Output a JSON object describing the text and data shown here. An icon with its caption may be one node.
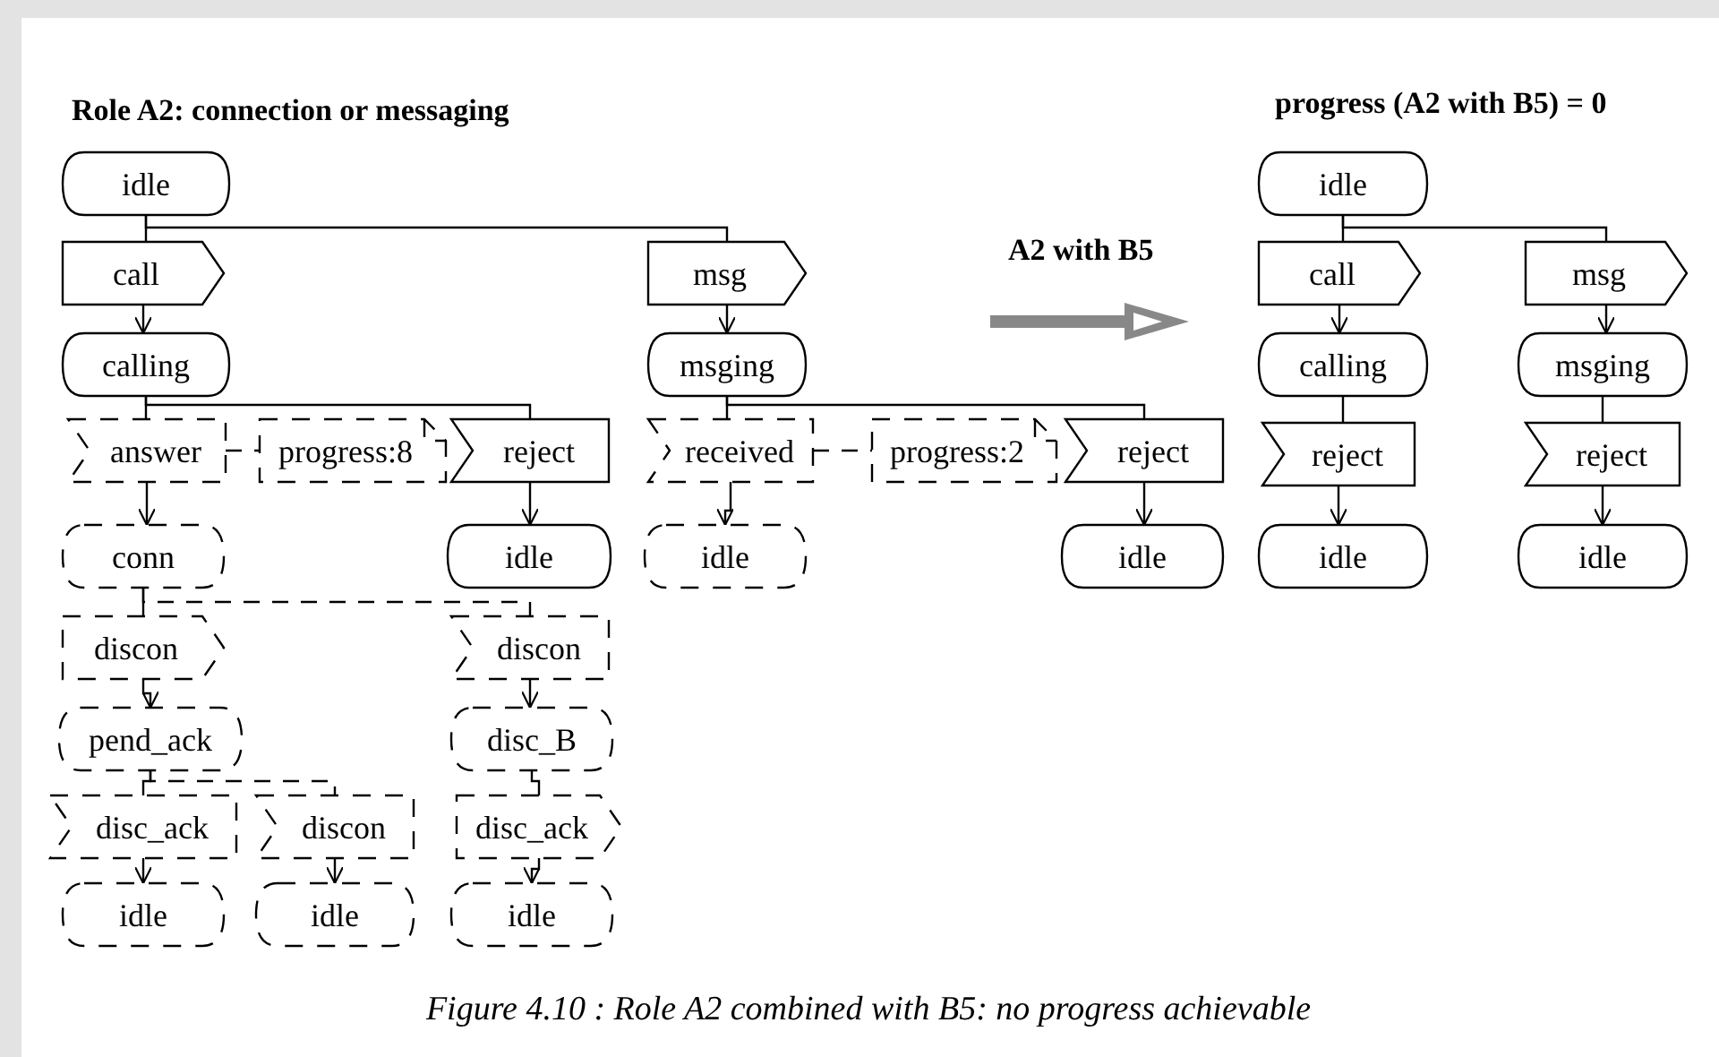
{
  "diagram": {
    "caption": "Figure 4.10 : Role A2 combined with B5: no progress achievable",
    "nodes": [
      {
        "text": [
          "idle"
        ]
      },
      {
        "text": [
          "call"
        ]
      },
      {
        "text": [
          "msg"
        ]
      },
      {
        "text": [
          "calling"
        ]
      },
      {
        "text": [
          "msging"
        ]
      },
      {
        "text": [
          "answer"
        ]
      },
      {
        "text": [
          "progress:8"
        ]
      },
      {
        "text": [
          "reject"
        ]
      },
      {
        "text": [
          "received"
        ]
      },
      {
        "text": [
          "progress:2"
        ]
      },
      {
        "text": [
          "reject"
        ]
      },
      {
        "text": [
          "conn"
        ]
      },
      {
        "text": [
          "idle"
        ]
      },
      {
        "text": [
          "idle"
        ]
      },
      {
        "text": [
          "idle"
        ]
      },
      {
        "text": [
          "discon"
        ]
      },
      {
        "text": [
          "discon"
        ]
      },
      {
        "text": [
          "pend_ack"
        ]
      },
      {
        "text": [
          "disc_B"
        ]
      },
      {
        "text": [
          "disc_ack"
        ]
      },
      {
        "text": [
          "discon"
        ]
      },
      {
        "text": [
          "disc_ack"
        ]
      },
      {
        "text": [
          "idle"
        ]
      },
      {
        "text": [
          "idle"
        ]
      },
      {
        "text": [
          "idle"
        ]
      },
      {
        "text": [
          "idle"
        ]
      },
      {
        "text": [
          "call"
        ]
      },
      {
        "text": [
          "msg"
        ]
      },
      {
        "text": [
          "calling"
        ]
      },
      {
        "text": [
          "msging"
        ]
      },
      {
        "text": [
          "reject"
        ]
      },
      {
        "text": [
          "reject"
        ]
      },
      {
        "text": [
          "idle"
        ]
      },
      {
        "text": [
          "idle"
        ]
      }
    ],
    "edges": [
      {
        "from": 0,
        "to": 1,
        "arrow": "none"
      },
      {
        "from": 0,
        "to": 2,
        "arrow": "none"
      },
      {
        "from": 1,
        "to": 3,
        "arrow": "to"
      },
      {
        "from": 2,
        "to": 4,
        "arrow": "to"
      },
      {
        "from": 3,
        "to": 5,
        "arrow": "none"
      },
      {
        "from": 3,
        "to": 7,
        "arrow": "none"
      },
      {
        "from": 5,
        "to": 6,
        "arrow": "none",
        "style": "dashed"
      },
      {
        "from": 4,
        "to": 8,
        "arrow": "none"
      },
      {
        "from": 4,
        "to": 10,
        "arrow": "none"
      },
      {
        "from": 8,
        "to": 9,
        "arrow": "none",
        "style": "dashed"
      },
      {
        "from": 5,
        "to": 11,
        "arrow": "to"
      },
      {
        "from": 7,
        "to": 12,
        "arrow": "to"
      },
      {
        "from": 8,
        "to": 13,
        "arrow": "to"
      },
      {
        "from": 10,
        "to": 14,
        "arrow": "to"
      },
      {
        "from": 11,
        "to": 15,
        "arrow": "none"
      },
      {
        "from": 11,
        "to": 16,
        "arrow": "none",
        "style": "dashed"
      },
      {
        "from": 15,
        "to": 17,
        "arrow": "to"
      },
      {
        "from": 16,
        "to": 18,
        "arrow": "to"
      },
      {
        "from": 17,
        "to": 19,
        "arrow": "none"
      },
      {
        "from": 17,
        "to": 20,
        "arrow": "none",
        "style": "dashed"
      },
      {
        "from": 18,
        "to": 21,
        "arrow": "none"
      },
      {
        "from": 19,
        "to": 22,
        "arrow": "to"
      },
      {
        "from": 20,
        "to": 23,
        "arrow": "to"
      },
      {
        "from": 21,
        "to": 24,
        "arrow": "to"
      },
      {
        "from": 25,
        "to": 26,
        "arrow": "none"
      },
      {
        "from": 25,
        "to": 27,
        "arrow": "none"
      },
      {
        "from": 26,
        "to": 28,
        "arrow": "to"
      },
      {
        "from": 27,
        "to": 29,
        "arrow": "to"
      },
      {
        "from": 28,
        "to": 30,
        "arrow": "none"
      },
      {
        "from": 29,
        "to": 31,
        "arrow": "none"
      },
      {
        "from": 30,
        "to": 32,
        "arrow": "to"
      },
      {
        "from": 31,
        "to": 33,
        "arrow": "to"
      }
    ],
    "labels": [
      "Role A2: connection or messaging",
      "A2 with B5",
      "progress (A2 with B5) = 0"
    ]
  }
}
